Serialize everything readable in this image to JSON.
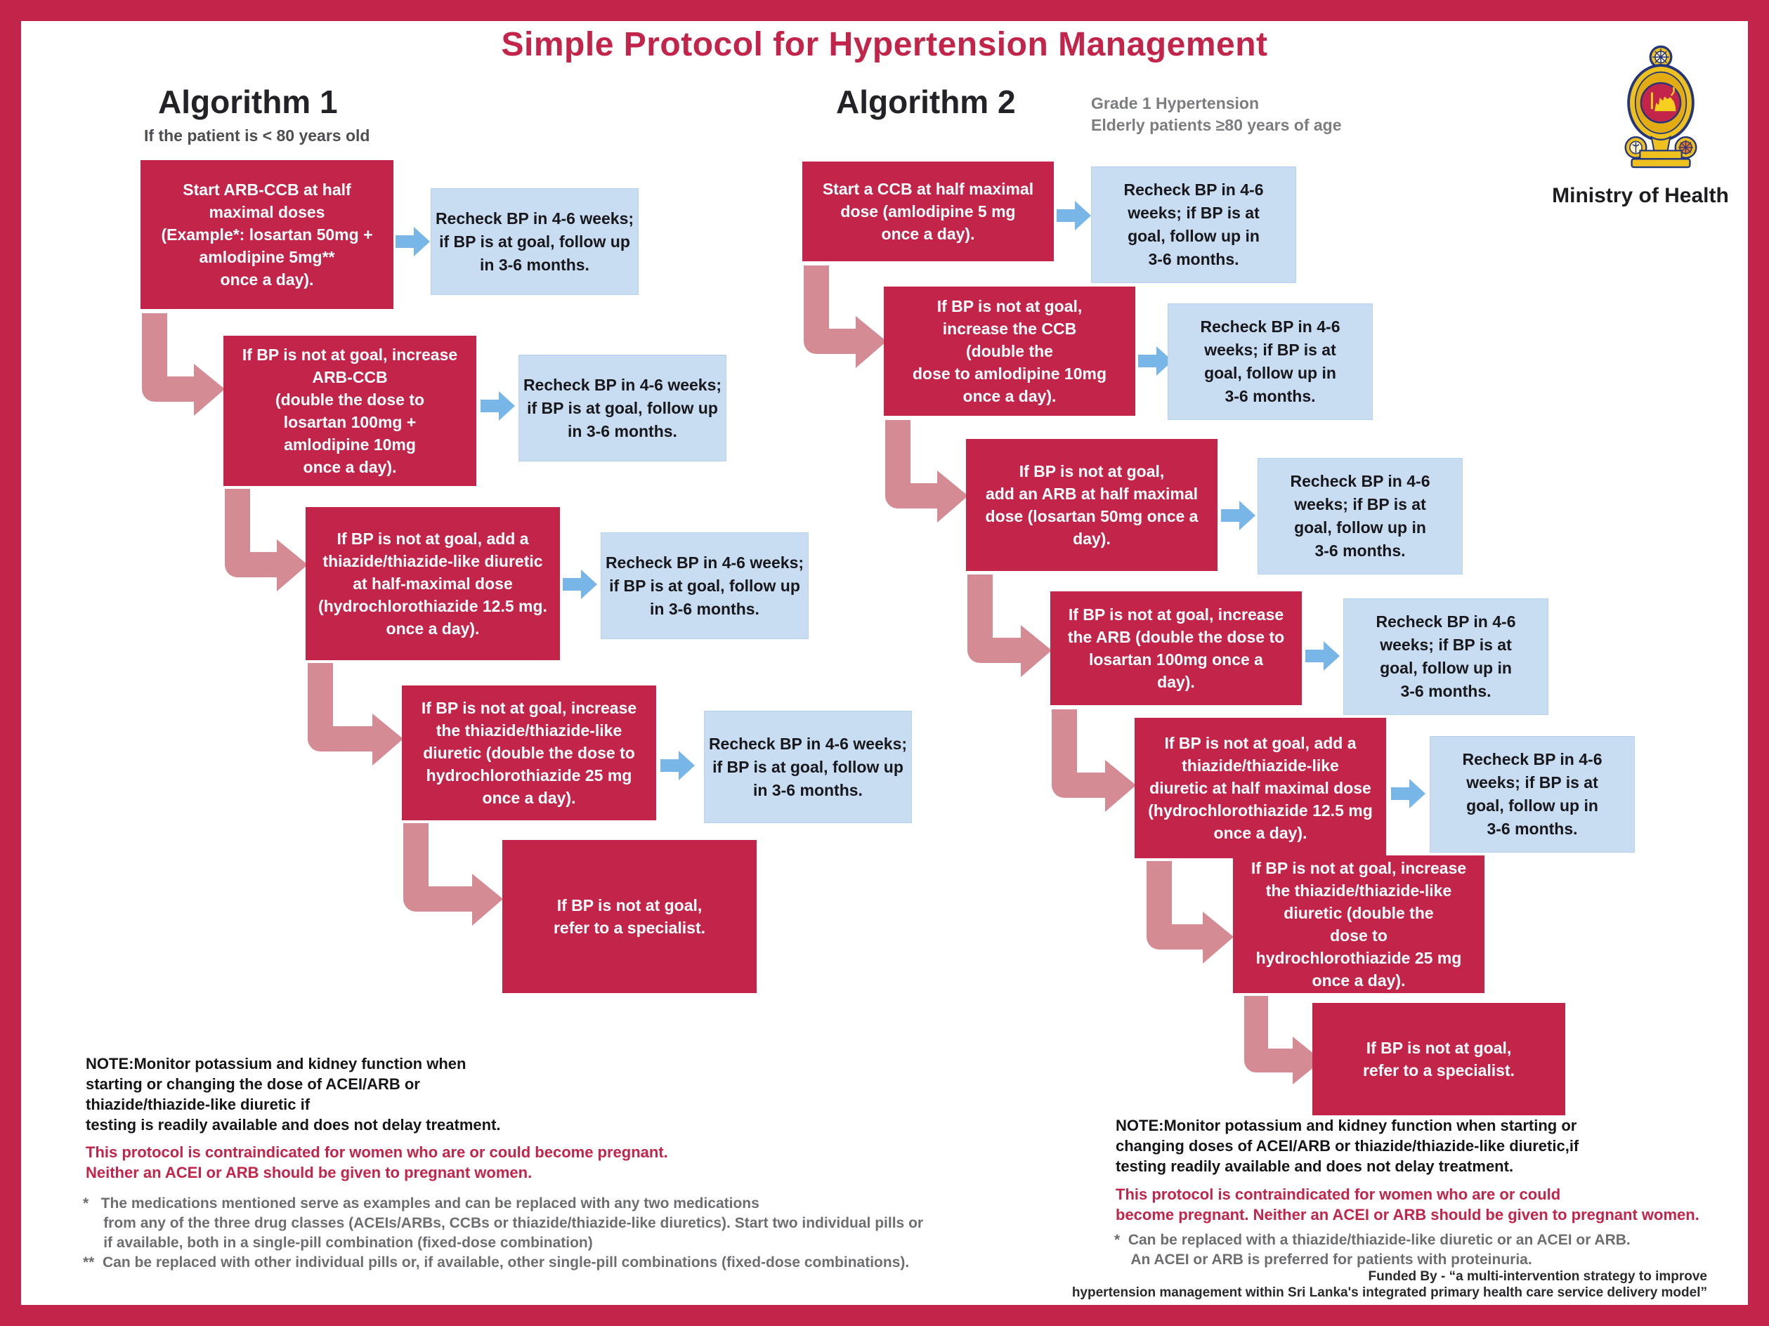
{
  "title": "Simple Protocol for Hypertension Management",
  "logo": {
    "label": "Ministry of Health"
  },
  "colors": {
    "crimson": "#c2244a",
    "box_blue": "#c8ddf1",
    "arrow_blue": "#79b6e8",
    "arrow_pink": "#d58b94",
    "subheading_gray": "#7b7d80"
  },
  "algorithm1": {
    "heading": "Algorithm 1",
    "subheading": "If the patient is < 80 years old",
    "recheck": "Recheck BP in 4-6 weeks;\nif BP is at goal, follow up\nin 3-6 months.",
    "steps": [
      "Start ARB-CCB at half\nmaximal doses\n(Example*: losartan 50mg +\namlodipine 5mg**\nonce a day).",
      "If BP is not at goal, increase\nARB-CCB\n(double the dose to\nlosartan 100mg +\namlodipine 10mg\nonce a day).",
      "If BP is not at goal, add a\nthiazide/thiazide-like diuretic\nat half-maximal dose\n(hydrochlorothiazide 12.5 mg.\nonce a day).",
      "If BP is not at goal, increase\nthe thiazide/thiazide-like\ndiuretic (double the dose to\nhydrochlorothiazide 25 mg\nonce a day).",
      "If BP is not at goal,\nrefer to a specialist."
    ]
  },
  "algorithm2": {
    "heading": "Algorithm 2",
    "subheading": "Grade 1 Hypertension\nElderly patients ≥80 years of age",
    "recheck": "Recheck BP in 4-6\nweeks; if BP is at\ngoal, follow up in\n3-6 months.",
    "steps": [
      "Start a CCB at half maximal\ndose (amlodipine 5 mg\nonce a day).",
      "If BP is not at goal,\nincrease the CCB\n(double the\ndose to  amlodipine 10mg\nonce a day).",
      "If BP is not at goal,\nadd an ARB at half maximal\ndose (losartan 50mg once a\nday).",
      "If BP is not at goal, increase\nthe ARB (double the dose to\nlosartan 100mg once a\nday).",
      "If BP is not at goal, add a\nthiazide/thiazide-like\ndiuretic at half maximal dose\n(hydrochlorothiazide 12.5 mg\nonce a day).",
      "If BP is not at goal, increase\nthe thiazide/thiazide-like\ndiuretic (double the\ndose to\nhydrochlorothiazide 25 mg\nonce a day).",
      "If BP is not at goal,\nrefer to a specialist."
    ]
  },
  "notes_left": {
    "note": "NOTE:Monitor potassium and kidney function when\nstarting or changing the dose of ACEI/ARB or\nthiazide/thiazide-like diuretic if\ntesting is readily available and does not delay treatment.",
    "warning": "This protocol is contraindicated for women who are or could become pregnant.\nNeither an ACEI or ARB should be given to pregnant women.",
    "footnotes": "*   The medications mentioned serve as examples and can be replaced with any two medications\n     from any of the three drug classes (ACEIs/ARBs, CCBs or thiazide/thiazide-like diuretics). Start two individual pills or\n     if available, both in a single-pill combination (fixed-dose combination)\n**  Can be replaced with other individual pills or, if available, other single-pill combinations (fixed-dose combinations)."
  },
  "notes_right": {
    "note": "NOTE:Monitor potassium and kidney function when starting or\nchanging doses of ACEI/ARB or thiazide/thiazide-like diuretic,if\ntesting readily available and does not delay treatment.",
    "warning": "This protocol is contraindicated for women who are or could\nbecome pregnant. Neither an ACEI or ARB should be given to pregnant women.",
    "footnotes": "*  Can be replaced with a thiazide/thiazide-like diuretic or an ACEI or ARB.\n    An ACEI or ARB is preferred for patients with proteinuria.",
    "funded_by": "Funded By - “a multi-intervention strategy to improve\nhypertension management within Sri Lanka's integrated primary health care service delivery model”"
  }
}
